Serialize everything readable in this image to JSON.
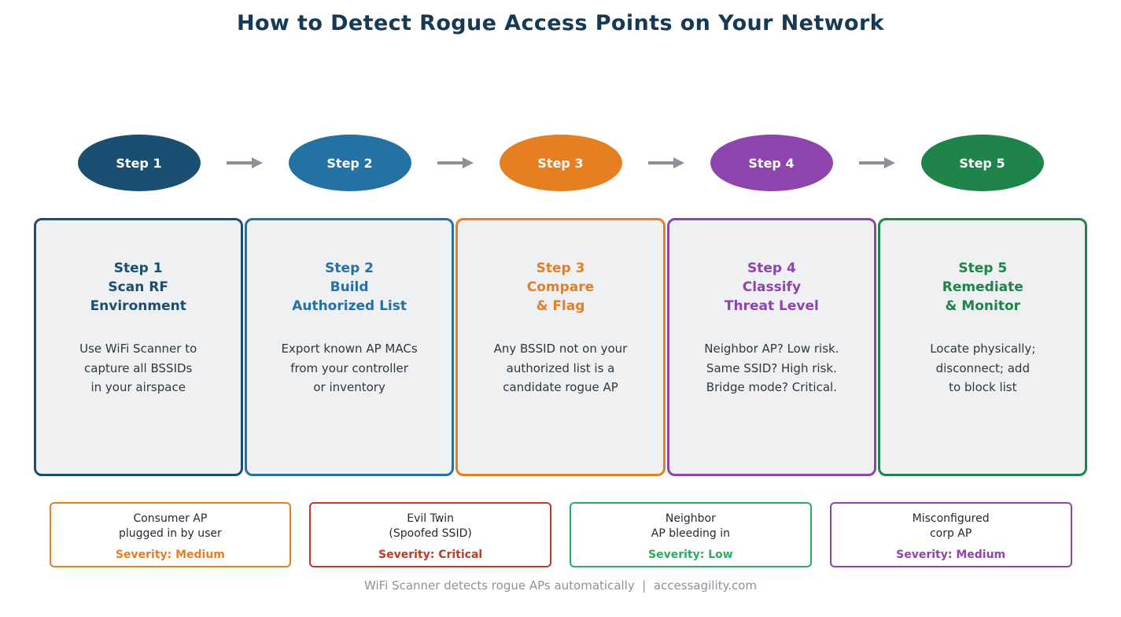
{
  "title": "How to Detect Rogue Access Points on Your Network",
  "arrow_color": "#8a9199",
  "steps": [
    {
      "label": "Step 1",
      "color": "#1b4f72"
    },
    {
      "label": "Step 2",
      "color": "#2471a3"
    },
    {
      "label": "Step 3",
      "color": "#e67e22"
    },
    {
      "label": "Step 4",
      "color": "#8e44ad"
    },
    {
      "label": "Step 5",
      "color": "#1e8449"
    }
  ],
  "cards": [
    {
      "heading": "Step 1\nScan RF\nEnvironment",
      "body": "Use WiFi Scanner to\ncapture all BSSIDs\nin your airspace",
      "color": "#1b4f72"
    },
    {
      "heading": "Step 2\nBuild\nAuthorized List",
      "body": "Export known AP MACs\nfrom your controller\nor inventory",
      "color": "#2471a3"
    },
    {
      "heading": "Step 3\nCompare\n& Flag",
      "body": "Any BSSID not on your\nauthorized list is a\ncandidate rogue AP",
      "color": "#e67e22"
    },
    {
      "heading": "Step 4\nClassify\nThreat Level",
      "body": "Neighbor AP? Low risk.\nSame SSID? High risk.\nBridge mode? Critical.",
      "color": "#8e44ad"
    },
    {
      "heading": "Step 5\nRemediate\n& Monitor",
      "body": "Locate physically;\ndisconnect; add\nto block list",
      "color": "#1e8449"
    }
  ],
  "threats": [
    {
      "name": "Consumer AP\nplugged in by user",
      "severity": "Severity: Medium",
      "color": "#e67e22"
    },
    {
      "name": "Evil Twin\n(Spoofed SSID)",
      "severity": "Severity: Critical",
      "color": "#c0392b"
    },
    {
      "name": "Neighbor\nAP bleeding in",
      "severity": "Severity: Low",
      "color": "#27ae60"
    },
    {
      "name": "Misconfigured\ncorp AP",
      "severity": "Severity: Medium",
      "color": "#8e44ad"
    }
  ],
  "footer": "WiFi Scanner detects rogue APs automatically  |  accessagility.com"
}
